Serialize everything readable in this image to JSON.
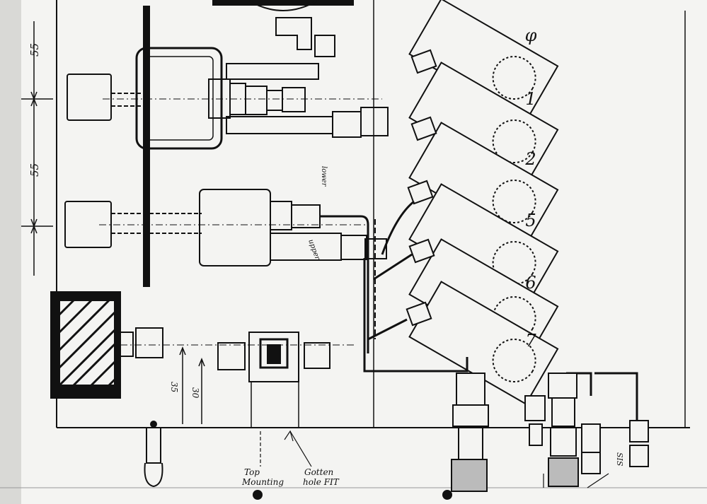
{
  "dimensions": {
    "top_spacing": "55",
    "middle_spacing": "55",
    "lower_left": "35",
    "lower_right": "30"
  },
  "annotations": {
    "lower_tag": "lower",
    "upper_tag": "upper",
    "sis": "SIS"
  },
  "panel_numbers": [
    "φ",
    "1",
    "2",
    "5",
    "6",
    "7"
  ],
  "callouts": {
    "top_mounting_line1": "Top",
    "top_mounting_line2": "Mounting",
    "gotten_hole_line1": "Gotten",
    "gotten_hole_line2": "hole FIT"
  },
  "colors": {
    "paper": "#f4f4f2",
    "ink": "#111111"
  }
}
